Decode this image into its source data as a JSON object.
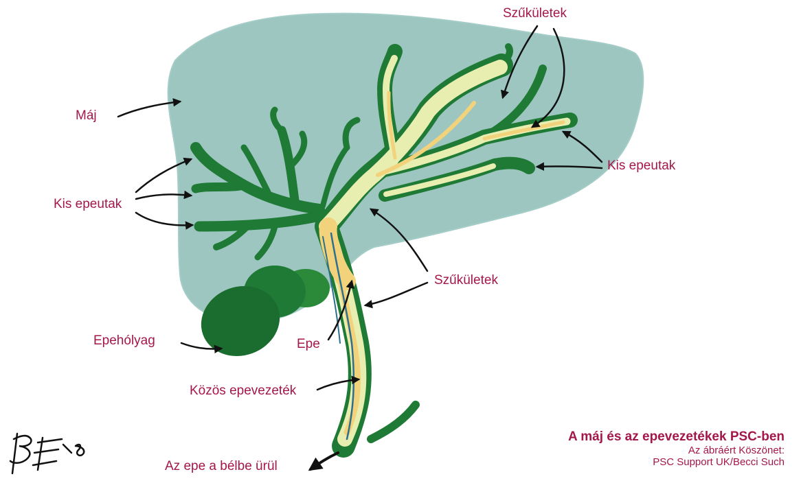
{
  "diagram": {
    "labels": {
      "maj": "Máj",
      "kis_epeutak_left": "Kis epeutak",
      "kis_epeutak_right": "Kis epeutak",
      "szukuletek_top": "Szűkületek",
      "szukuletek_mid": "Szűkületek",
      "epeholyag": "Epehólyag",
      "epe": "Epe",
      "kozos_epevezetek": "Közös epevezeték",
      "epe_belbe": "Az epe a bélbe ürül"
    },
    "caption": {
      "title": "A máj és az epevezetékek PSC-ben",
      "line1": "Az ábráért Köszönet:",
      "line2": "PSC Support UK/Becci Such"
    },
    "signature": "BEI/18",
    "colors": {
      "liver": "#9dc6c1",
      "duct_dark": "#1f7a35",
      "duct_light": "#e8edb0",
      "bile": "#f2d27a",
      "label": "#a3174a",
      "arrow": "#111111"
    }
  }
}
